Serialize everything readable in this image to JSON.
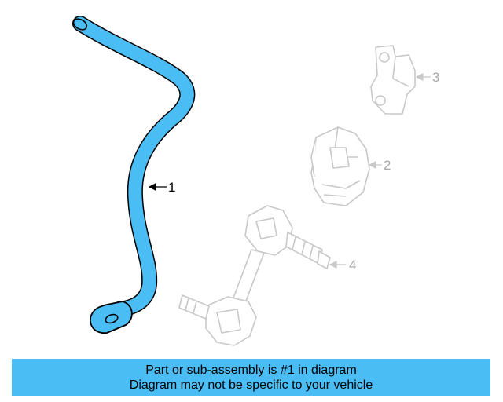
{
  "diagram": {
    "callouts": [
      "1",
      "2",
      "3",
      "4"
    ],
    "highlighted_part": "1",
    "colors": {
      "highlight": "#4bbdf5",
      "outline": "#000000",
      "ghost": "#c8c8c8",
      "ghost_text": "#a9a9a9"
    }
  },
  "caption": {
    "line1": "Part or sub-assembly is #1 in diagram",
    "line2": "Diagram may not be specific to your vehicle"
  }
}
